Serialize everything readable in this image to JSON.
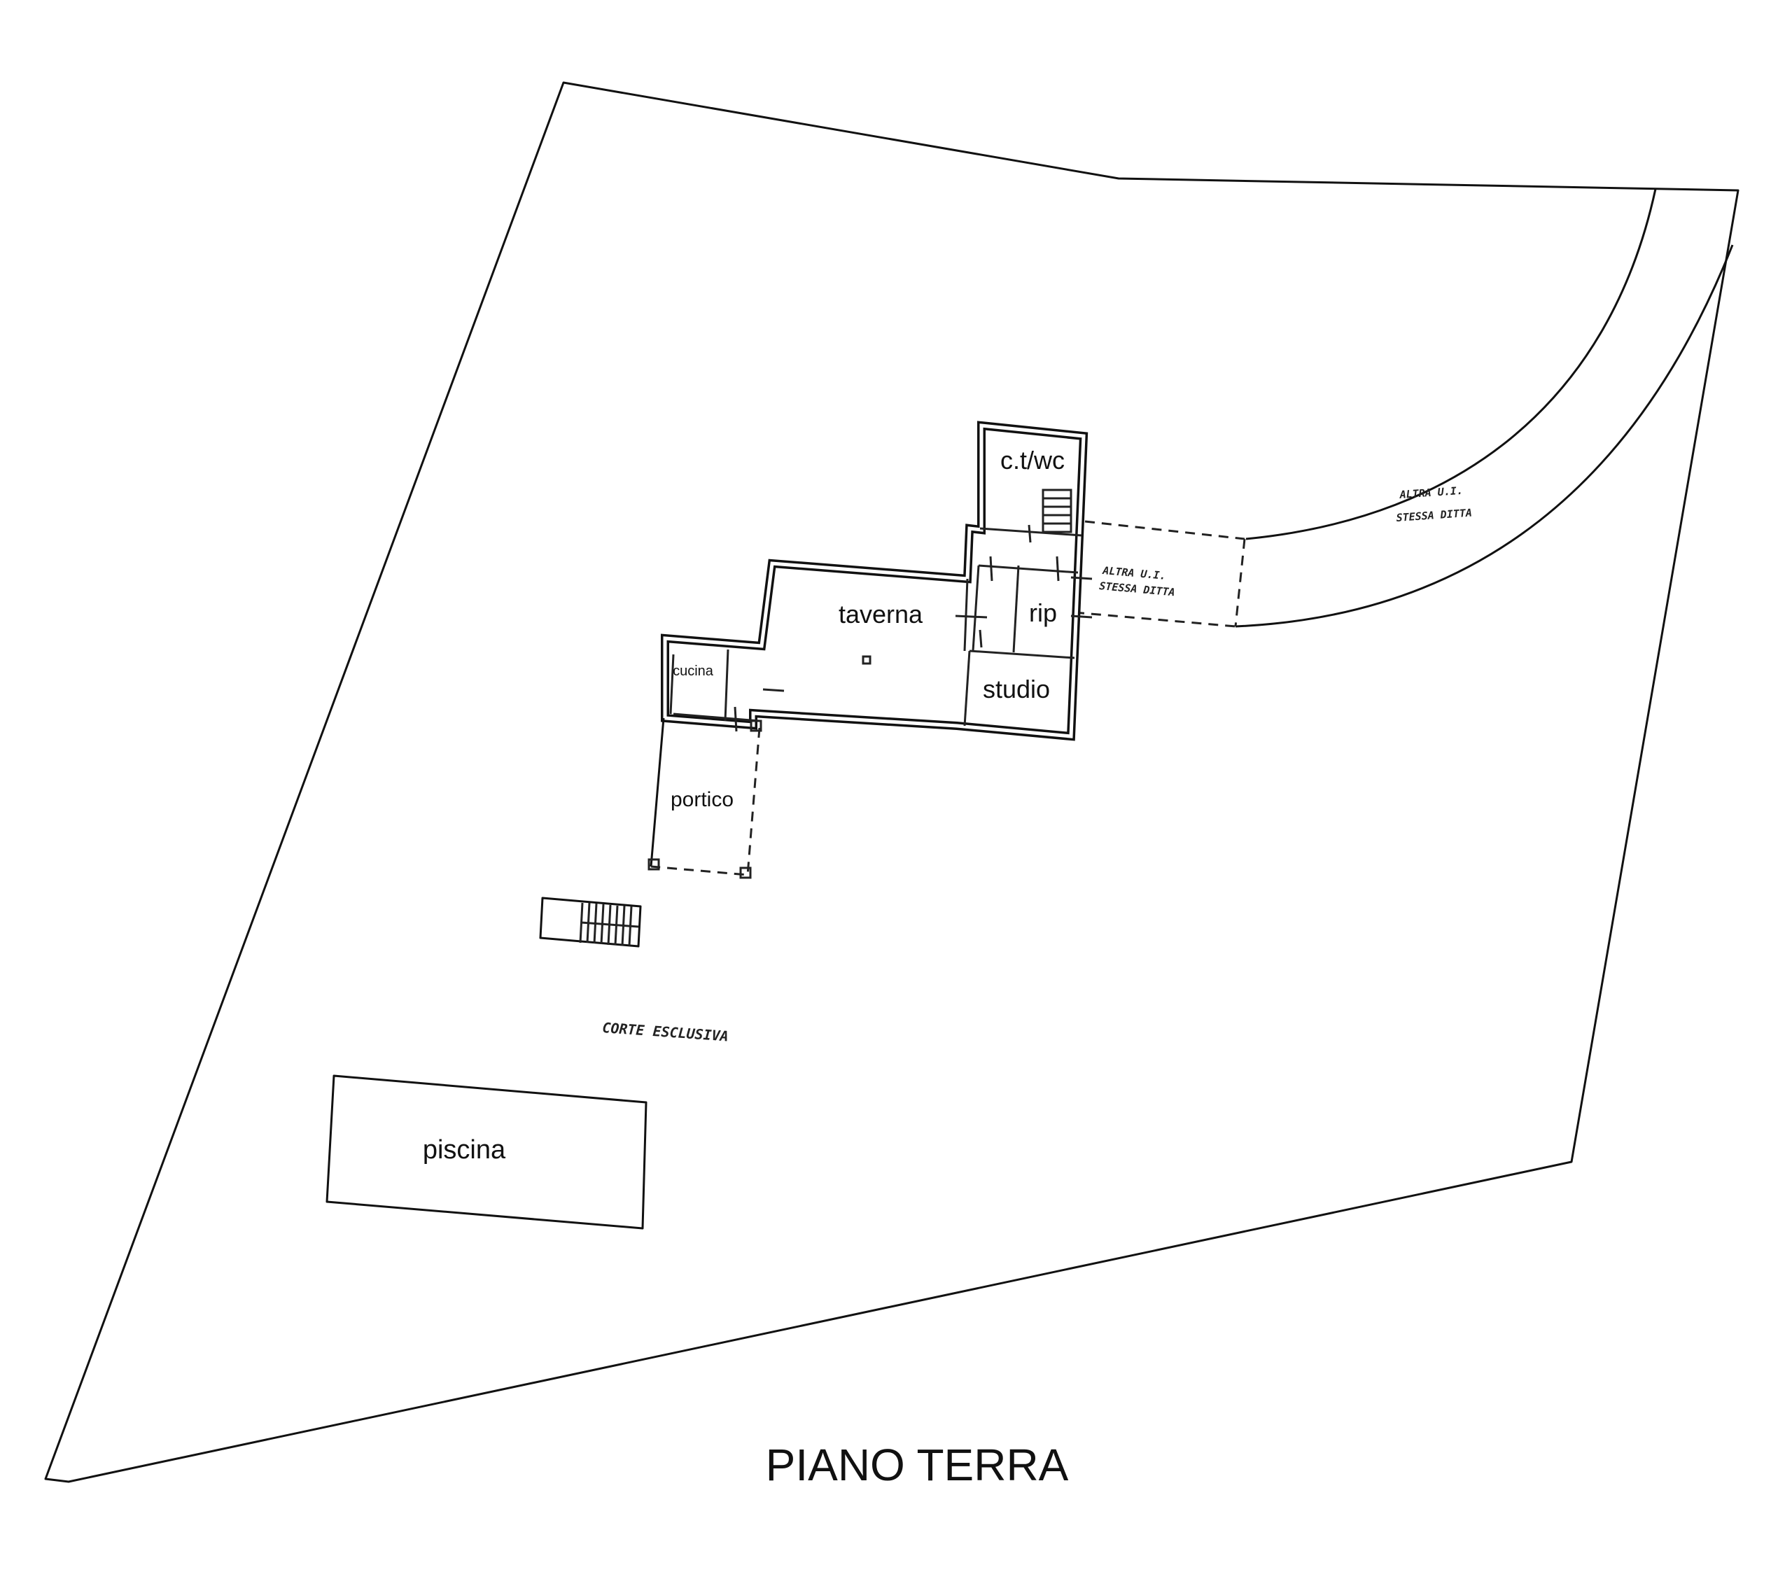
{
  "title": "PIANO TERRA",
  "rooms": {
    "ct_wc": "c.t/wc",
    "taverna": "taverna",
    "rip": "rip",
    "studio": "studio",
    "cucina": "cucina",
    "portico": "portico",
    "piscina": "piscina"
  },
  "annotations": {
    "corte_esclusiva": "CORTE ESCLUSIVA",
    "altra_ui_1_line1": "ALTRA U.I.",
    "altra_ui_1_line2": "STESSA DITTA",
    "altra_ui_2_line1": "ALTRA U.I.",
    "altra_ui_2_line2": "STESSA DITTA"
  }
}
